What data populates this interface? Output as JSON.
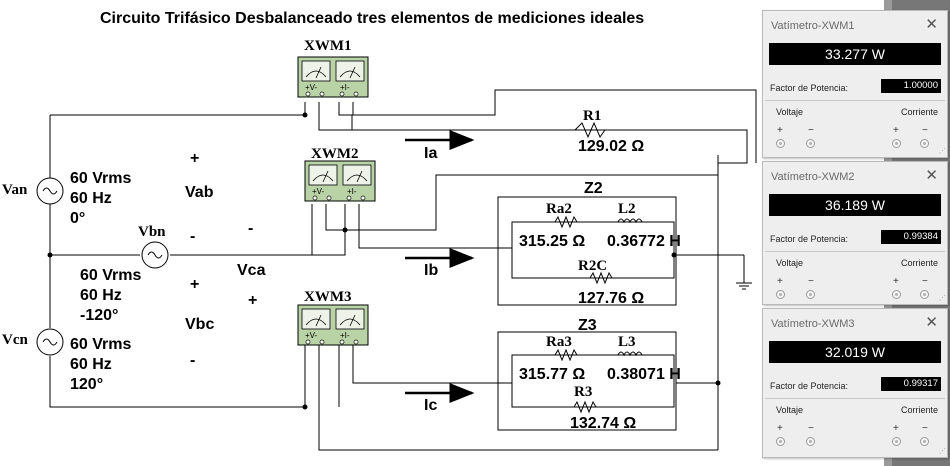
{
  "title": "Circuito Trifásico Desbalanceado tres elementos de mediciones ideales",
  "sources": {
    "van": {
      "name": "Van",
      "rms": "60 Vrms",
      "freq": "60 Hz",
      "phase": "0°"
    },
    "vbn": {
      "name": "Vbn",
      "rms": "60 Vrms",
      "freq": "60 Hz",
      "phase": "-120°"
    },
    "vcn": {
      "name": "Vcn",
      "rms": "60 Vrms",
      "freq": "60 Hz",
      "phase": "120°"
    }
  },
  "voltage_labels": {
    "vab": "Vab",
    "vbc": "Vbc",
    "vca": "Vca",
    "plus": "+",
    "minus": "-"
  },
  "currents": {
    "ia": "Ia",
    "ib": "Ib",
    "ic": "Ic"
  },
  "wattmeters": {
    "xwm1": "XWM1",
    "xwm2": "XWM2",
    "xwm3": "XWM3",
    "terminals": "+V-  +I-"
  },
  "loads": {
    "r1": {
      "name": "R1",
      "value": "129.02 Ω"
    },
    "z2": {
      "name": "Z2",
      "ra_name": "Ra2",
      "ra_value": "315.25 Ω",
      "l_name": "L2",
      "l_value": "0.36772 H",
      "rc_name": "R2C",
      "rc_value": "127.76 Ω"
    },
    "z3": {
      "name": "Z3",
      "ra_name": "Ra3",
      "ra_value": "315.77 Ω",
      "l_name": "L3",
      "l_value": "0.38071 H",
      "rc_name": "R3",
      "rc_value": "132.74 Ω"
    }
  },
  "panels": [
    {
      "title": "Vatímetro-XWM1",
      "reading": "33.277 W",
      "pf_label": "Factor de Potencia:",
      "pf_value": "1.00000",
      "voltage_label": "Voltaje",
      "current_label": "Corriente",
      "plus": "+",
      "minus": "−",
      "close": "✕"
    },
    {
      "title": "Vatímetro-XWM2",
      "reading": "36.189 W",
      "pf_label": "Factor de Potencia:",
      "pf_value": "0.99384",
      "voltage_label": "Voltaje",
      "current_label": "Corriente",
      "plus": "+",
      "minus": "−",
      "close": "✕"
    },
    {
      "title": "Vatímetro-XWM3",
      "reading": "32.019 W",
      "pf_label": "Factor de Potencia:",
      "pf_value": "0.99317",
      "voltage_label": "Voltaje",
      "current_label": "Corriente",
      "plus": "+",
      "minus": "−",
      "close": "✕"
    }
  ]
}
